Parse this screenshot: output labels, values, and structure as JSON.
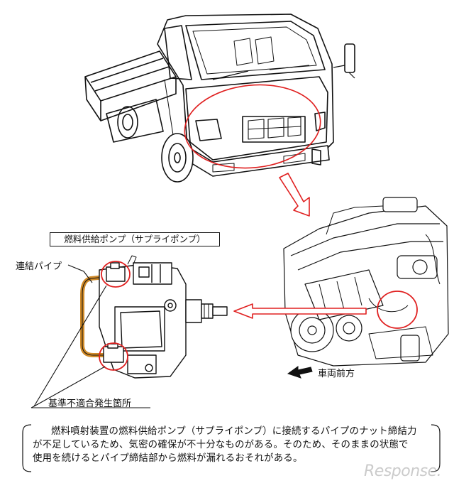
{
  "pump": {
    "title": "燃料供給ポンプ（サプライポンプ）"
  },
  "labels": {
    "connecting_pipe": "連結パイプ",
    "nonconformity_location": "基準不適合発生箇所",
    "vehicle_front": "車両前方"
  },
  "description": {
    "lines": [
      "燃料噴射装置の燃料供給ポンプ（サプライポンプ）に接続するパイプのナット締結力",
      "が不足しているため、気密の確保が不十分なものがある。そのため、そのままの状態で",
      "使用を続けるとパイプ締結部から燃料が漏れるおそれがある。"
    ]
  },
  "watermark": "Response.",
  "colors": {
    "highlight": "#e02020",
    "pipe": "#d08a28",
    "line": "#111111"
  }
}
